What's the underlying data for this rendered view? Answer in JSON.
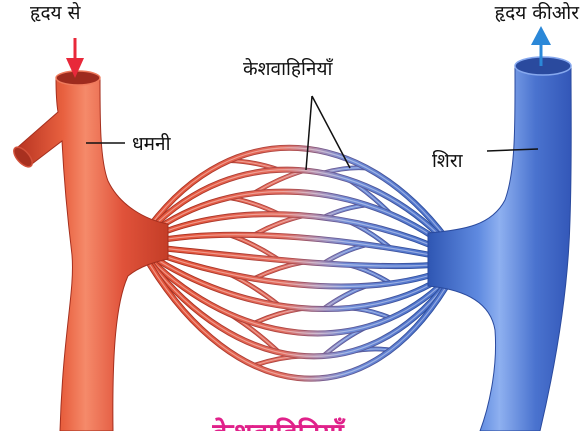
{
  "labels": {
    "from_heart": "हृदय से",
    "to_heart": "हृदय कीओर",
    "capillaries": "केशवाहिनियाँ",
    "artery": "धमनी",
    "vein": "शिरा",
    "caption": "केशवाहिनियाँ"
  },
  "icons": {
    "inflow_arrow": "arrow-down-icon",
    "outflow_arrow": "arrow-up-icon"
  },
  "colors": {
    "artery": "#e2553c",
    "vein": "#4a72cc",
    "inflow_arrow": "#e8283a",
    "outflow_arrow": "#2b88d8",
    "caption": "#e0218a"
  }
}
